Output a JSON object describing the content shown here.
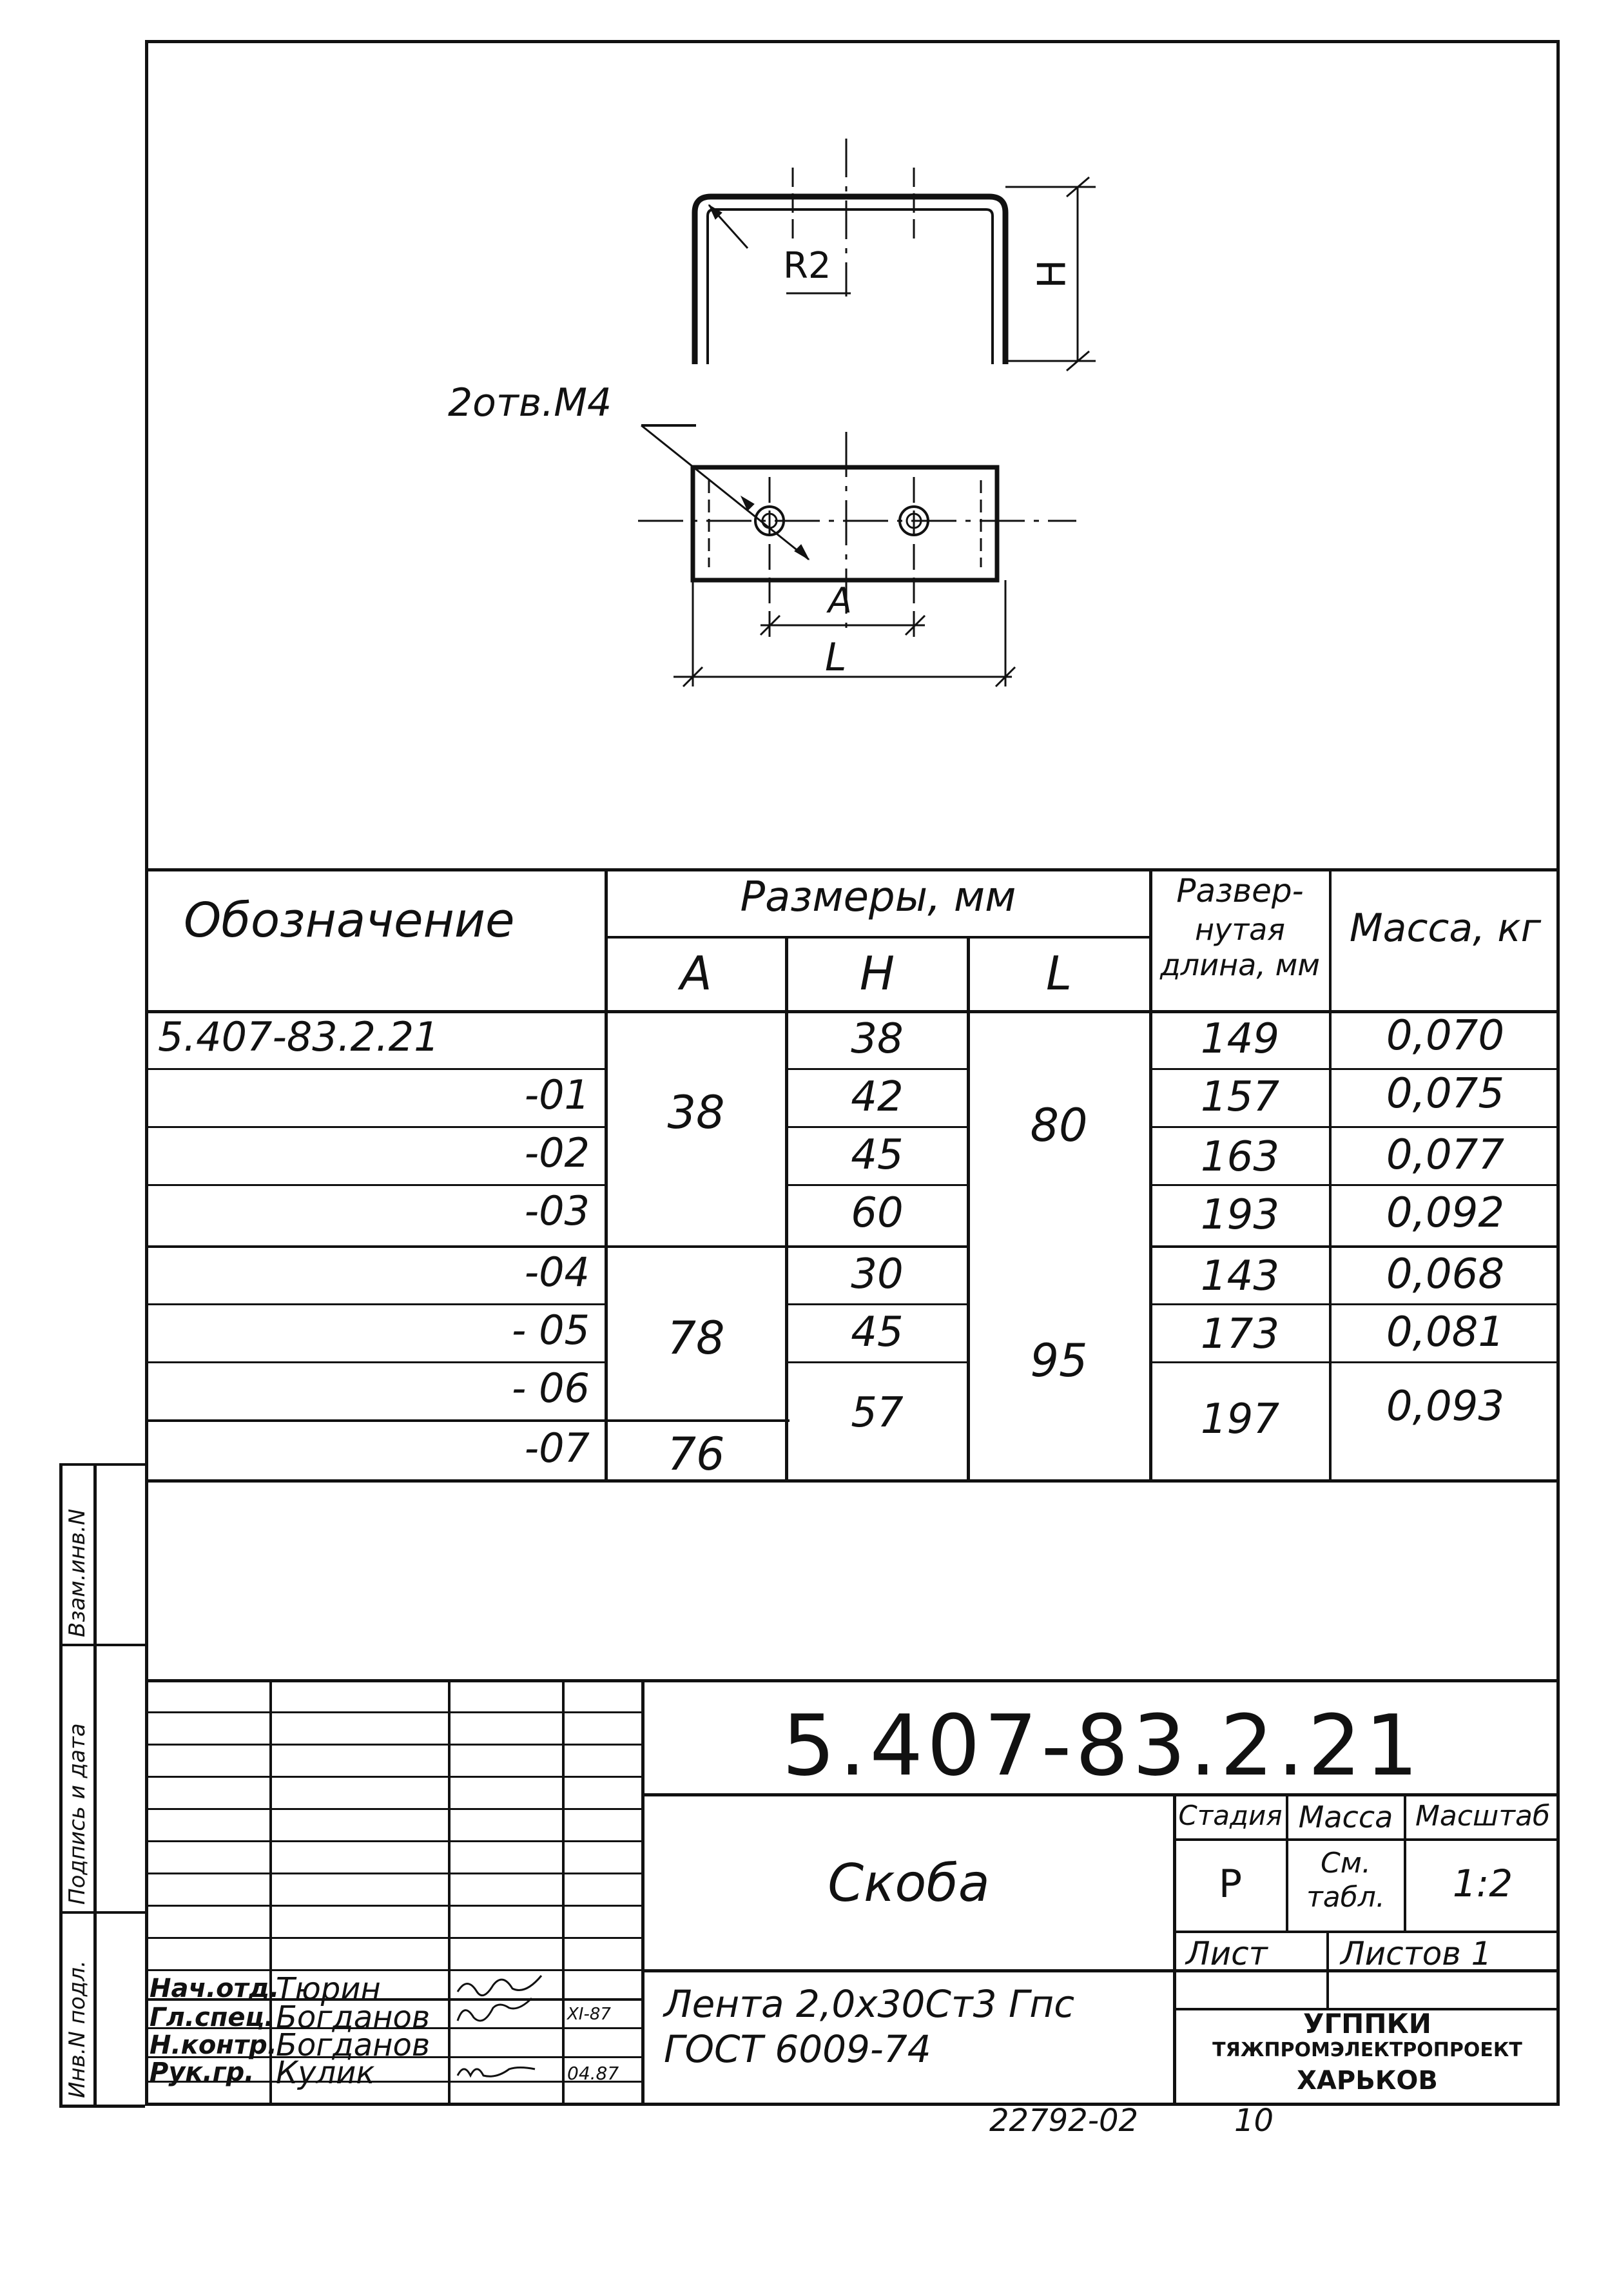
{
  "drawing": {
    "radius_label": "R2",
    "height_label": "H",
    "holes_label": "2отв.М4",
    "a_label": "A",
    "l_label": "L"
  },
  "spec_table": {
    "headers": {
      "designation": "Обозначение",
      "dimensions": "Размеры, мм",
      "a": "A",
      "h": "H",
      "l": "L",
      "dev_length_1": "Развер-",
      "dev_length_2": "нутая",
      "dev_length_3": "длина, мм",
      "mass": "Масса, кг"
    },
    "rows": [
      {
        "designation": "5.407-83.2.21",
        "h": "38",
        "length": "149",
        "mass": "0,070"
      },
      {
        "designation": "-01",
        "h": "42",
        "length": "157",
        "mass": "0,075"
      },
      {
        "designation": "-02",
        "h": "45",
        "length": "163",
        "mass": "0,077"
      },
      {
        "designation": "-03",
        "h": "60",
        "length": "193",
        "mass": "0,092"
      },
      {
        "designation": "-04",
        "h": "30",
        "length": "143",
        "mass": "0,068"
      },
      {
        "designation": "- 05",
        "h": "45",
        "length": "173",
        "mass": "0,081"
      },
      {
        "designation": "- 06",
        "h": "57",
        "length": "197",
        "mass": "0,093"
      },
      {
        "designation": "-07"
      }
    ],
    "a_groups": [
      "38",
      "78",
      "76"
    ],
    "l_groups": [
      "80",
      "95"
    ]
  },
  "side_labels": {
    "vzam": "Взам.инв.N",
    "podpis": "Подпись и дата",
    "inv": "Инв.N подл."
  },
  "title_block": {
    "doc_number": "5.407-83.2.21",
    "name": "Скоба",
    "material_1": "Лента 2,0х30Ст3 Гпс",
    "material_2": "ГОСТ 6009-74",
    "stage_label": "Стадия",
    "mass_label": "Масса",
    "scale_label": "Масштаб",
    "stage": "Р",
    "mass_value_1": "См.",
    "mass_value_2": "табл.",
    "scale": "1:2",
    "sheet_label": "Лист",
    "sheets_label": "Листов 1",
    "org_1": "УГППКИ",
    "org_2": "ТЯЖПРОМЭЛЕКТРОПРОЕКТ",
    "org_3": "ХАРЬКОВ",
    "signatures": [
      {
        "role": "Нач.отд.",
        "name": "Тюрин",
        "date": ""
      },
      {
        "role": "Гл.спец.",
        "name": "Богданов",
        "date": "XI-87"
      },
      {
        "role": "Н.контр.",
        "name": "Богданов",
        "date": ""
      },
      {
        "role": "Рук.гр.",
        "name": "Кулик",
        "date": "04.87"
      }
    ]
  },
  "footer": {
    "archive_number": "22792-02",
    "page": "10"
  }
}
